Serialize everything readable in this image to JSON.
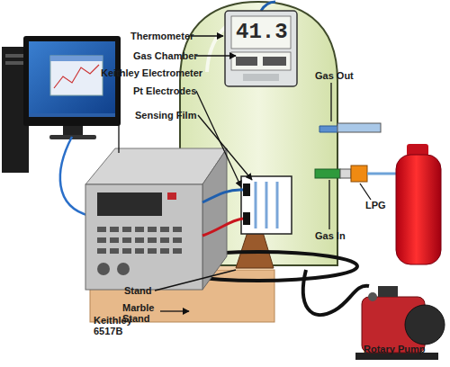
{
  "diagram": {
    "labels": [
      "Thermometer",
      "Gas Chamber",
      "Keithley Electrometer",
      "Pt Electrodes",
      "Sensing Film",
      "41.3",
      "Gas Out",
      "LPG",
      "Gas In",
      "Keithley 6517B",
      "Stand",
      "Marble Stand",
      "Rotary Pump"
    ]
  }
}
